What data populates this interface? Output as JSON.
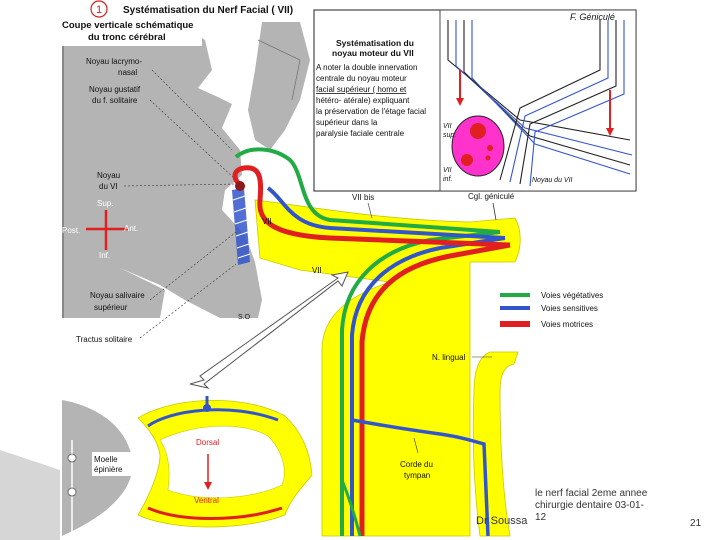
{
  "slide": {
    "number_badge": "1",
    "title": "Systématisation du Nerf Facial ( VII)",
    "section_label_line1": "Coupe verticale schématique",
    "section_label_line2": "du tronc  cérébral",
    "footer_author": "Dr Soussa",
    "footer_course_line1": "le nerf facial 2eme annee",
    "footer_course_line2": "chirurgie dentaire 03-01-",
    "footer_course_line3": "12",
    "page_number": "21"
  },
  "labels": {
    "noyau_lacrymo": "Noyau lacrymo-",
    "nasal": "nasal",
    "noyau_gustatif": "Noyau gustatif",
    "du_f_solitaire": "du f. solitaire",
    "noyau_vi_1": "Noyau",
    "noyau_vi_2": "du VI",
    "sup": "Sup.",
    "post": "Post.",
    "ant": "Ant.",
    "inf": "Inf.",
    "vii_bis": "VII bis",
    "vii_mid": "VII",
    "vii_low": "VII",
    "cgl_genicule": "Cgl. géniculé",
    "noyau_salivaire_1": "Noyau salivaire",
    "noyau_salivaire_2": "supérieur",
    "tractus_solitaire": "Tractus solitaire",
    "so": "S.O",
    "n_lingual": "N. lingual",
    "moelle_1": "Moelle",
    "moelle_2": "épinière",
    "dorsal": "Dorsal",
    "ventral": "Ventral",
    "corde_1": "Corde du",
    "corde_2": "tympan"
  },
  "legend": [
    {
      "label": "Voies végétatives",
      "color": "#22aa44"
    },
    {
      "label": "Voies sensitives",
      "color": "#3355cc"
    },
    {
      "label": "Voies motrices",
      "color": "#e02020"
    }
  ],
  "inset": {
    "title_line1": "Systématisation du",
    "title_line2": "noyau moteur du VII",
    "text_lines": [
      "A noter  la double innervation",
      "centrale  du noyau moteur",
      "facial supérieur ( homo et",
      "hétéro- atérale) expliquant",
      "la préservation  de l'étage facial",
      "supérieur dans la",
      "paralysie faciale centrale"
    ],
    "top_label": "F. Géniculé",
    "vii_sup": "VII",
    "sup_abbr": "sup.",
    "vii_inf": "VII",
    "inf_abbr": "inf.",
    "noyau_vii": "Noyau du VII"
  },
  "colors": {
    "brainstem": "#b4b4b4",
    "nerve_yellow": "#ffff00",
    "motor": "#e02020",
    "sensory": "#3355cc",
    "vegetative": "#22aa44",
    "nucleus": "#ff33cc"
  }
}
